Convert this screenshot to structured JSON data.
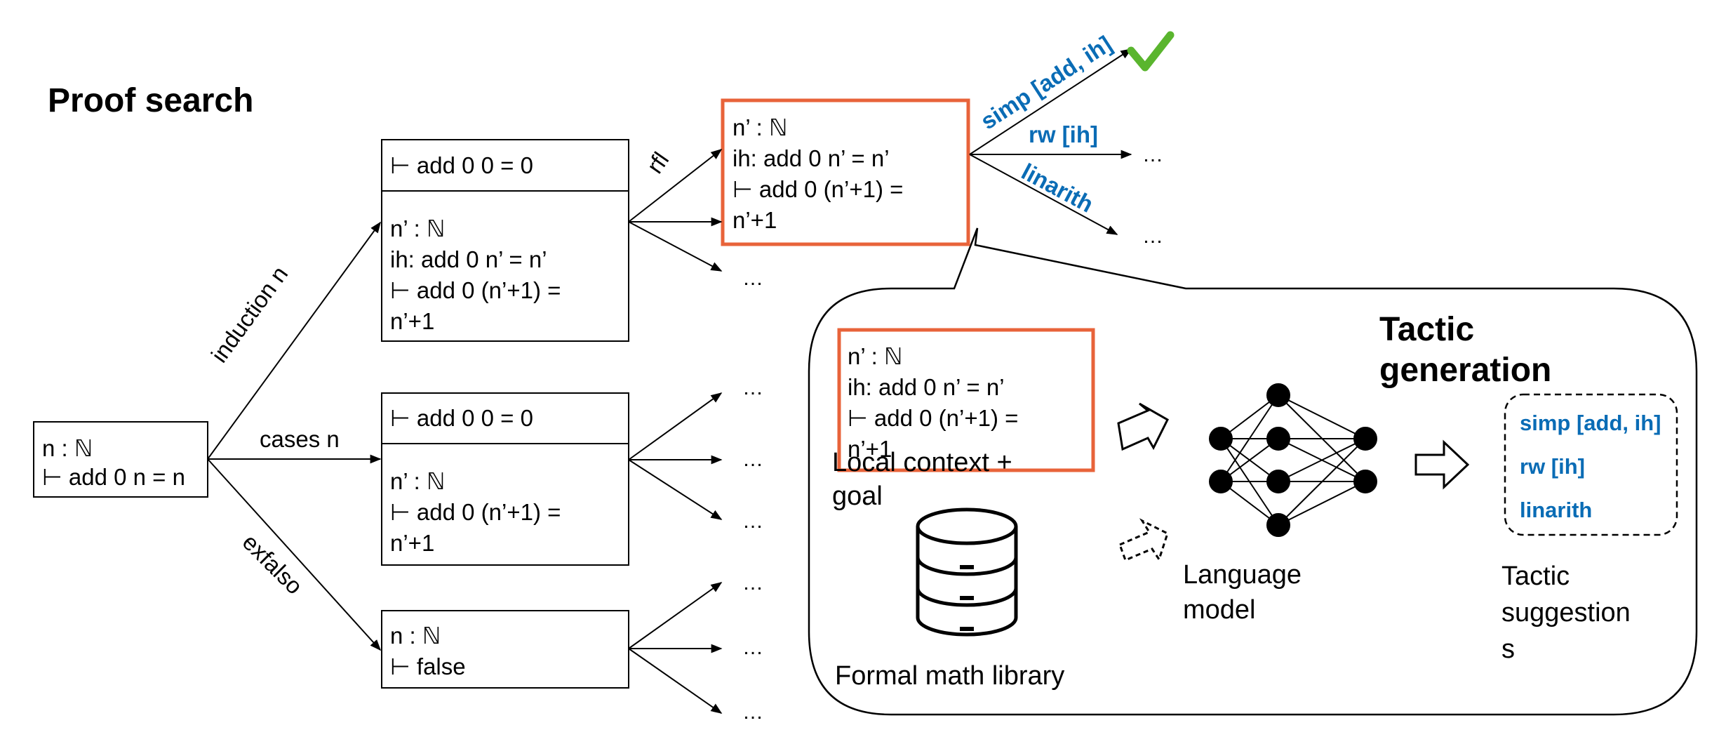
{
  "titles": {
    "proof_search": "Proof search",
    "tactic_generation_line1": "Tactic",
    "tactic_generation_line2": "generation"
  },
  "root": {
    "line1": "n : ℕ",
    "line2": "⊢ add 0 n = n"
  },
  "edges": {
    "induction": "induction n",
    "cases": "cases n",
    "exfalso": "exfalso",
    "rfl": "rfl"
  },
  "induction_node": {
    "base": "⊢ add 0 0 = 0",
    "step": [
      "n’ : ℕ",
      "ih: add 0 n’ = n’",
      "⊢ add 0 (n’+1) =",
      "n’+1"
    ]
  },
  "cases_node": {
    "base": "⊢ add 0 0 = 0",
    "step": [
      "n’ : ℕ",
      "⊢ add 0 (n’+1) =",
      "n’+1"
    ]
  },
  "exfalso_node": [
    "n : ℕ",
    "⊢ false"
  ],
  "selected_node": [
    "n’ : ℕ",
    "ih: add 0 n’ = n’",
    "⊢ add 0 (n’+1) =",
    "n’+1"
  ],
  "tactics": {
    "simp": "simp [add, ih]",
    "rw": "rw [ih]",
    "linarith": "linarith"
  },
  "ellipsis": "…",
  "panel": {
    "context_lines": [
      "n’ : ℕ",
      "ih: add 0 n’ = n’",
      "⊢ add 0 (n’+1) =",
      "n’+1"
    ],
    "context_label": [
      "Local context +",
      "goal"
    ],
    "library_label": "Formal math library",
    "lm_label": [
      "Language",
      "model"
    ],
    "suggestions_label": [
      "Tactic",
      "suggestion",
      "s"
    ],
    "suggestions": [
      "simp [add, ih]",
      "rw [ih]",
      "linarith"
    ]
  },
  "colors": {
    "highlight": "#e8633a",
    "tactic_blue": "#0a6cb5",
    "check_green": "#5ab52e"
  },
  "icons": [
    "check-icon",
    "database-icon",
    "neural-network-icon",
    "arrow-right-icon",
    "dashed-arrow-icon"
  ]
}
